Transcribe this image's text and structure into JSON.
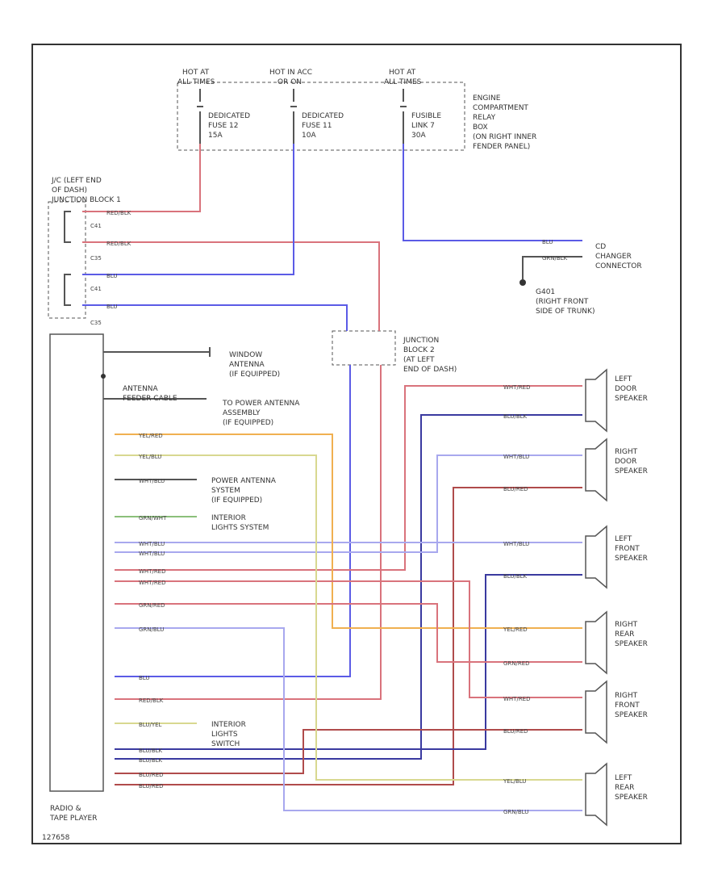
{
  "colors": {
    "red": "#d9737c",
    "blue": "#5b5be6",
    "navy": "#3a3aa0",
    "orange": "#f0b050",
    "yellow": "#d8d890",
    "lightblue": "#a8a8ee",
    "darkred": "#b04b4b",
    "green": "#8bbf7a",
    "gray": "#555555"
  },
  "power": {
    "hot1": [
      "HOT AT",
      "ALL TIMES"
    ],
    "hot2": [
      "HOT IN ACC",
      "OR ON"
    ],
    "hot3": [
      "HOT AT",
      "ALL TIMES"
    ],
    "fuse1": [
      "DEDICATED",
      "FUSE 12",
      "15A"
    ],
    "fuse2": [
      "DEDICATED",
      "FUSE 11",
      "10A"
    ],
    "fuse3": [
      "FUSIBLE",
      "LINK 7",
      "30A"
    ],
    "ecrb": [
      "ENGINE",
      "COMPARTMENT",
      "RELAY",
      "BOX",
      "(ON RIGHT INNER",
      "FENDER PANEL)"
    ]
  },
  "jb1": [
    "J/C (LEFT END",
    "OF DASH)",
    "JUNCTION BLOCK 1"
  ],
  "jb1_connectors": [
    "C41",
    "C35",
    "C41",
    "C35"
  ],
  "jb2": [
    "JUNCTION",
    "BLOCK 2",
    "(AT LEFT",
    "END OF DASH)"
  ],
  "cd": [
    "CD",
    "CHANGER",
    "CONNECTOR"
  ],
  "ground": [
    "G401",
    "(RIGHT FRONT",
    "SIDE OF TRUNK)"
  ],
  "radio_label": [
    "RADIO &",
    "TAPE PLAYER"
  ],
  "window_antenna": [
    "WINDOW",
    "ANTENNA",
    "(IF EQUIPPED)"
  ],
  "antenna_feeder": [
    "ANTENNA",
    "FEEDER CABLE"
  ],
  "power_antenna_assy": [
    "TO POWER ANTENNA",
    "ASSEMBLY",
    "(IF EQUIPPED)"
  ],
  "power_antenna_sys": [
    "POWER ANTENNA",
    "SYSTEM",
    "(IF EQUIPPED)"
  ],
  "interior_lights_sys": [
    "INTERIOR",
    "LIGHTS SYSTEM"
  ],
  "interior_lights_switch": [
    "INTERIOR",
    "LIGHTS",
    "SWITCH"
  ],
  "speakers": {
    "left_door": [
      "LEFT",
      "DOOR",
      "SPEAKER"
    ],
    "right_door": [
      "RIGHT",
      "DOOR",
      "SPEAKER"
    ],
    "left_front": [
      "LEFT",
      "FRONT",
      "SPEAKER"
    ],
    "right_rear": [
      "RIGHT",
      "REAR",
      "SPEAKER"
    ],
    "right_front": [
      "RIGHT",
      "FRONT",
      "SPEAKER"
    ],
    "left_rear": [
      "LEFT",
      "REAR",
      "SPEAKER"
    ]
  },
  "wires": {
    "red_blk": "RED/BLK",
    "blu": "BLU",
    "grn_blk": "GRN/BLK",
    "yel_red": "YEL/RED",
    "yel_blu": "YEL/BLU",
    "wht_blu": "WHT/BLU",
    "wht_red": "WHT/RED",
    "grn_wht": "GRN/WHT",
    "blu_red": "BLU/RED",
    "blu_blk": "BLU/BLK",
    "grn_red": "GRN/RED",
    "grn_blu": "GRN/BLU",
    "blu_yel": "BLU/YEL"
  },
  "footer_code": "127658"
}
